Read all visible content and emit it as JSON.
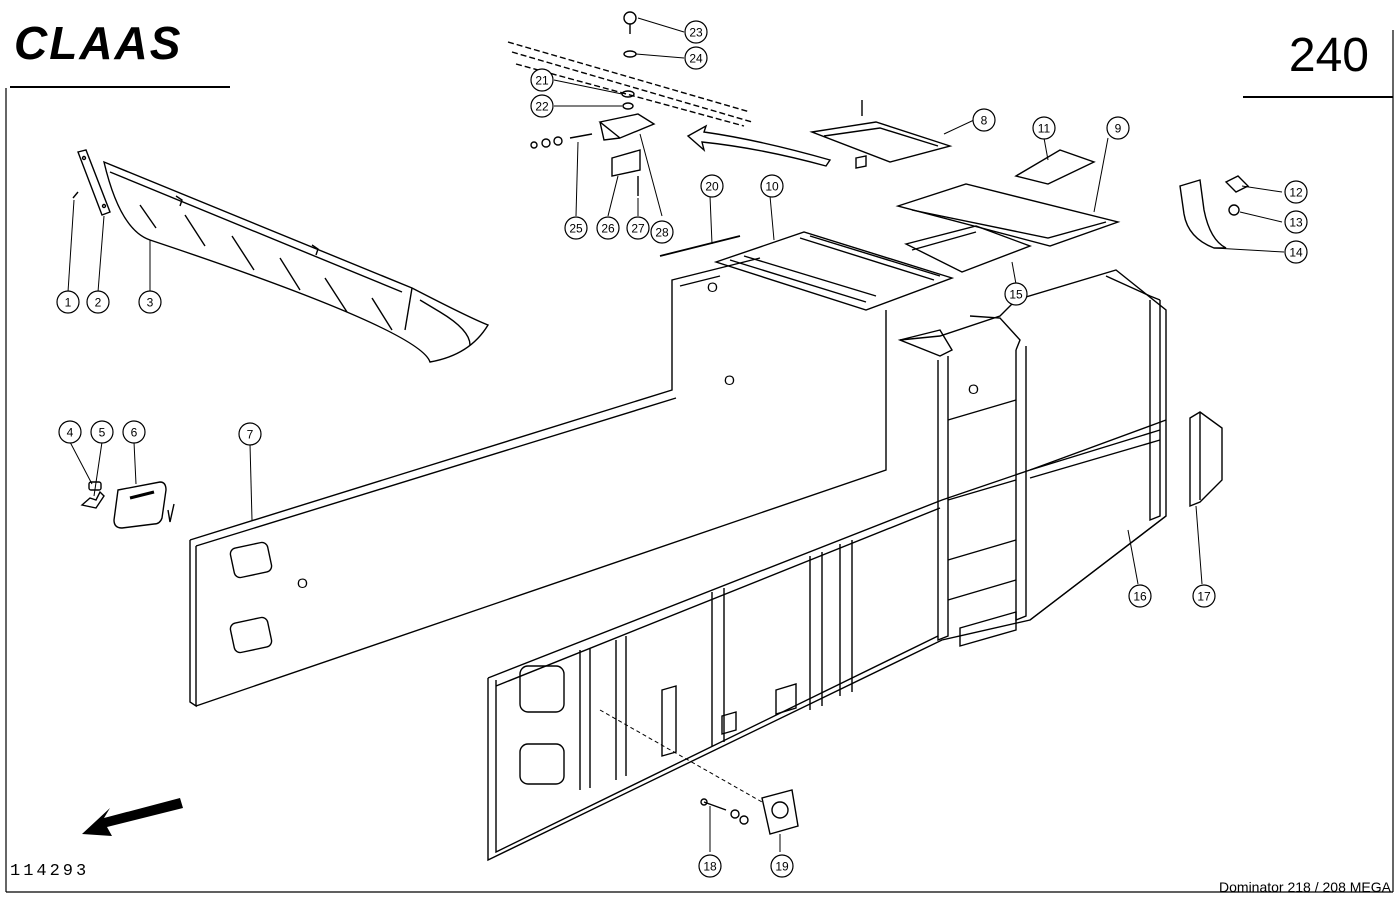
{
  "header": {
    "brand": "CLAAS",
    "page_number": "240"
  },
  "footer": {
    "drawing_number": "114293",
    "model": "Dominator 218 / 208 MEGA"
  },
  "callouts": [
    "1",
    "2",
    "3",
    "4",
    "5",
    "6",
    "7",
    "8",
    "9",
    "10",
    "11",
    "12",
    "13",
    "14",
    "15",
    "16",
    "17",
    "18",
    "19",
    "20",
    "21",
    "22",
    "23",
    "24",
    "25",
    "26",
    "27",
    "28"
  ]
}
